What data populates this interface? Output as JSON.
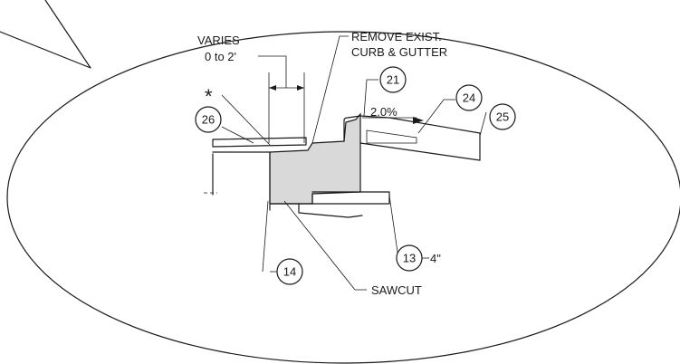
{
  "labels": {
    "varies_line1": "VARIES",
    "varies_line2": "0 to 2'",
    "remove_line1": "REMOVE EXIST.",
    "remove_line2": "CURB & GUTTER",
    "slope": "2.0%",
    "sawcut": "SAWCUT",
    "thickness": "4\"",
    "asterisk": "*"
  },
  "callouts": {
    "c26": "26",
    "c21": "21",
    "c24": "24",
    "c25": "25",
    "c13": "13",
    "c14": "14"
  }
}
